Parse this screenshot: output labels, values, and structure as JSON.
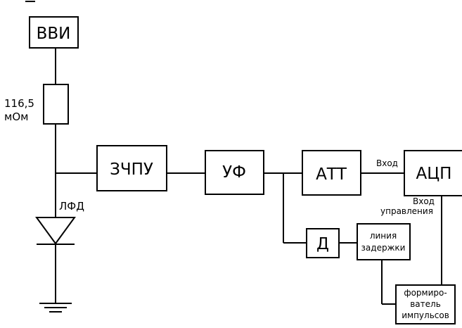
{
  "blocks": {
    "vvi": "ВВИ",
    "zchpu": "ЗЧПУ",
    "uf": "УФ",
    "att": "АТТ",
    "acp": "АЦП",
    "d": "Д",
    "delay_line": [
      "линия",
      "задержки"
    ],
    "pulse_shaper": [
      "формиро-",
      "ватель",
      "импульсов"
    ]
  },
  "labels": {
    "resistor_value": [
      "116,5",
      "мОм"
    ],
    "photodiode": "ЛФД",
    "input": "Вход",
    "control_input": [
      "Вход",
      "управления"
    ]
  }
}
